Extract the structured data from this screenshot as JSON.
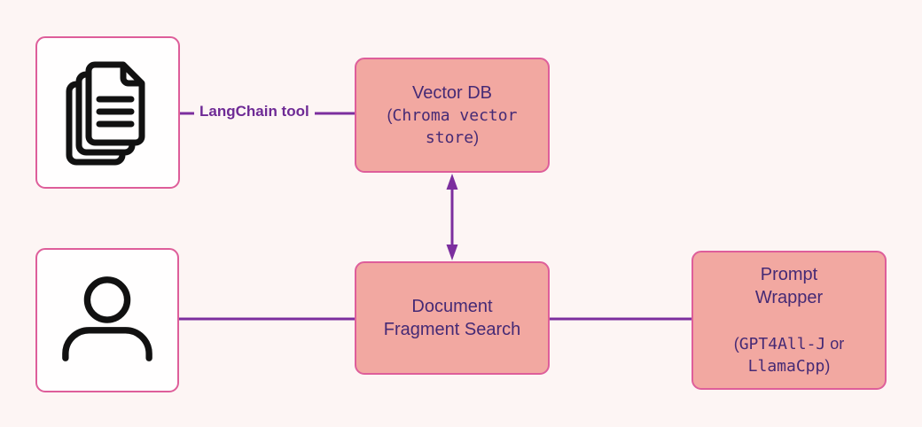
{
  "colors": {
    "page_bg": "#fdf5f4",
    "node_fill": "#f2a8a1",
    "node_border": "#de5e9a",
    "node_text": "#452a75",
    "connector": "#7c2e9e",
    "edge_label_text": "#6e2a95",
    "icon": "#111111",
    "icon_box_fill": "#fffefe"
  },
  "nodes": {
    "documents": {
      "icon": "documents-stack-icon"
    },
    "user": {
      "icon": "person-icon"
    },
    "vector_db": {
      "title": "Vector DB",
      "detail_open": "(",
      "detail_code": "Chroma vector store",
      "detail_close": ")"
    },
    "fragment_search": {
      "line1": "Document",
      "line2": "Fragment Search"
    },
    "prompt_wrapper": {
      "line1": "Prompt",
      "line2": "Wrapper",
      "detail_open": "(",
      "detail_code1": "GPT4All-J",
      "detail_word": " or",
      "detail_code2": "LlamaCpp",
      "detail_close": ")"
    }
  },
  "edges": {
    "langchain_tool_label": "LangChain tool"
  }
}
